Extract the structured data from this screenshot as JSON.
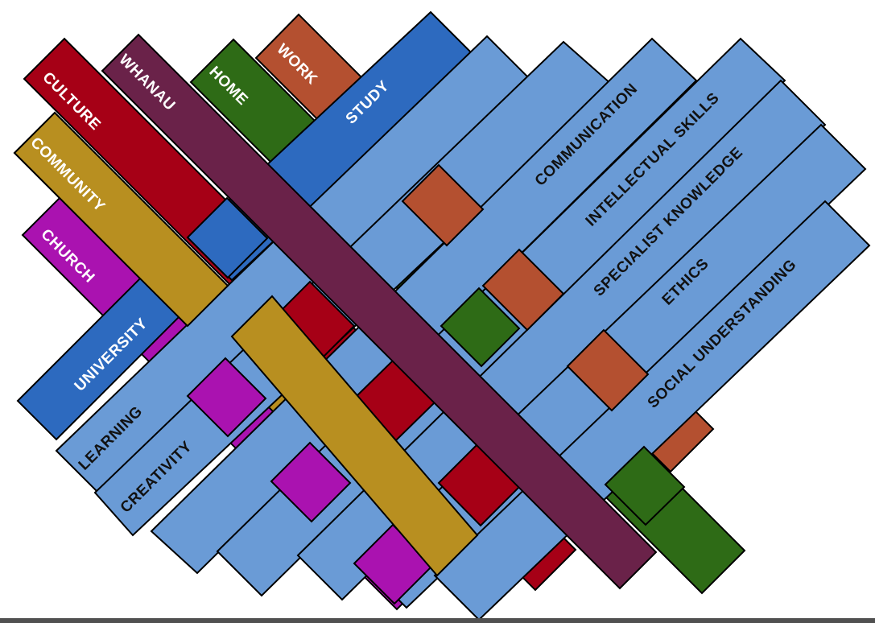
{
  "colors": {
    "blue_strip": "#6a9bd6",
    "study": "#2d6abf",
    "university": "#2d6abf",
    "work": "#b45030",
    "home": "#2e6b16",
    "culture": "#a60016",
    "whanau": "#6a2249",
    "community": "#b88f20",
    "church": "#aa12b0",
    "outline": "#000000",
    "bottom_bar": "#505050"
  },
  "strips": {
    "culture": "CULTURE",
    "whanau": "WHANAU",
    "home": "HOME",
    "work": "WORK",
    "study": "STUDY",
    "community": "COMMUNITY",
    "church": "CHURCH",
    "university": "UNIVERSITY",
    "learning": "LEARNING",
    "creativity": "CREATIVITY",
    "communication": "COMMUNICATION",
    "intellectual_skills": "INTELLECTUAL SKILLS",
    "specialist_knowledge": "SPECIALIST KNOWLEDGE",
    "ethics": "ETHICS",
    "social_understanding": "SOCIAL UNDERSTANDING"
  }
}
